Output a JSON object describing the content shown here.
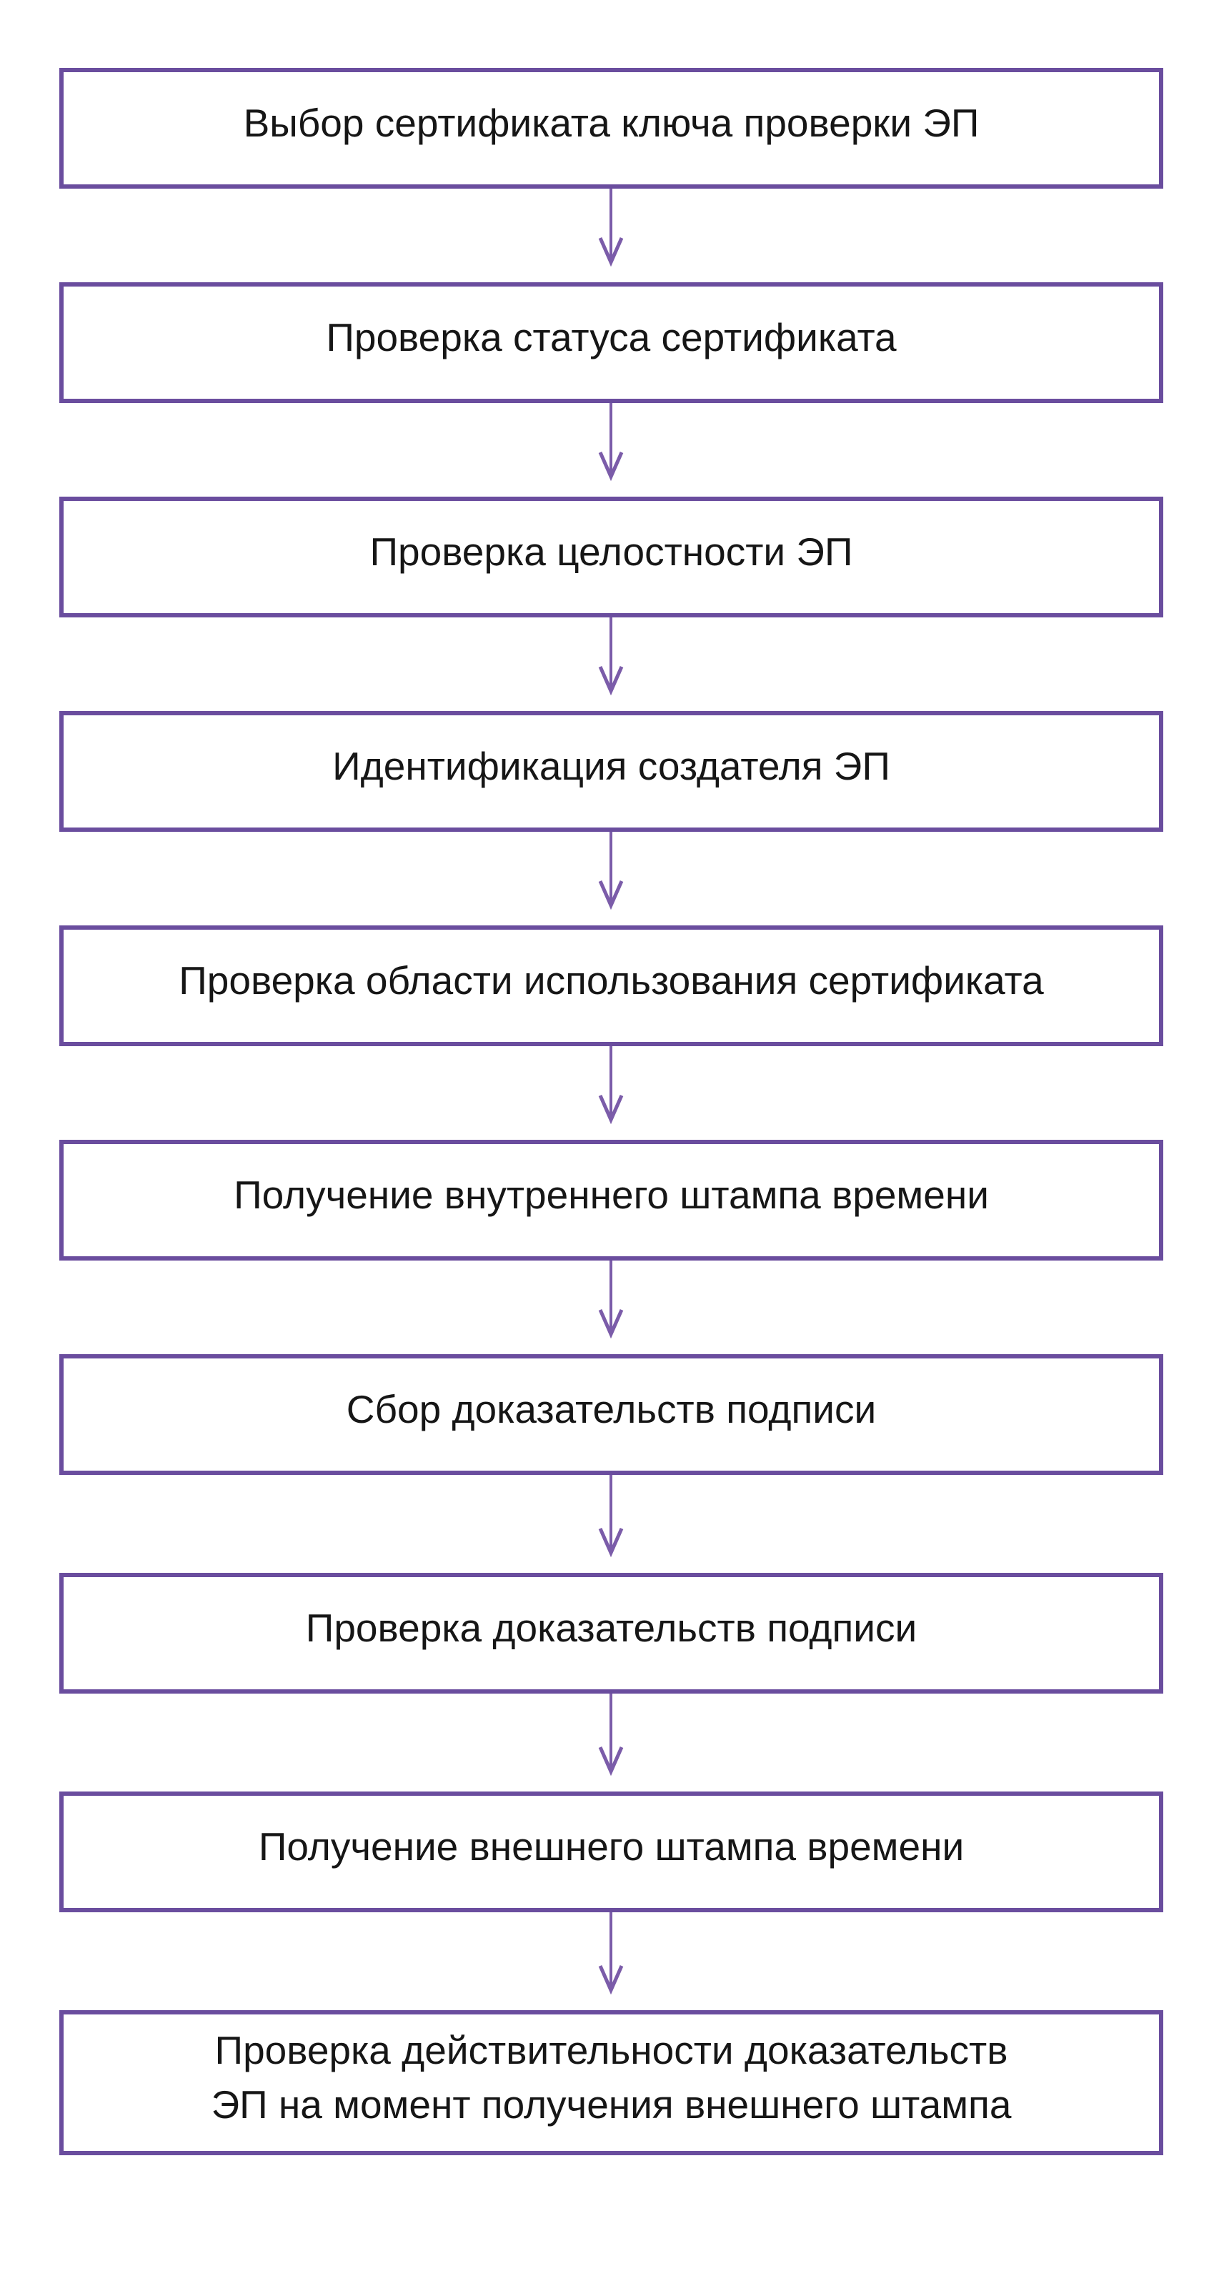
{
  "theme": {
    "background_color": "#ffffff",
    "box_border_color": "#6a4d9e",
    "box_fill_color": "#ffffff",
    "arrow_color": "#7b5ca9",
    "text_color": "#161616"
  },
  "flowchart": {
    "type": "vertical-process-flow",
    "steps": [
      {
        "label": "Выбор сертификата ключа проверки ЭП"
      },
      {
        "label": "Проверка статуса сертификата"
      },
      {
        "label": "Проверка целостности ЭП"
      },
      {
        "label": "Идентификация создателя ЭП"
      },
      {
        "label": "Проверка области использования сертификата"
      },
      {
        "label": "Получение внутреннего штампа времени"
      },
      {
        "label": "Сбор доказательств подписи"
      },
      {
        "label": "Проверка доказательств подписи"
      },
      {
        "label": "Получение внешнего штампа времени"
      },
      {
        "label": "Проверка действительности доказательств\nЭП на момент получения внешнего штампа"
      }
    ]
  }
}
